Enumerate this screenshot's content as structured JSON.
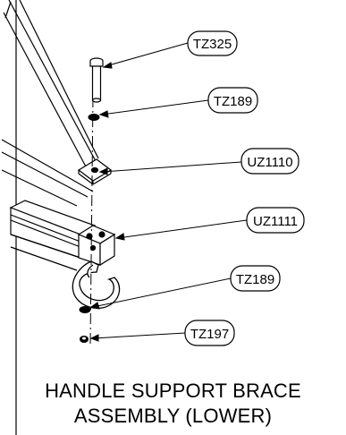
{
  "callouts": [
    {
      "part": "TZ325"
    },
    {
      "part": "TZ189"
    },
    {
      "part": "UZ1110"
    },
    {
      "part": "UZ1111"
    },
    {
      "part": "TZ189"
    },
    {
      "part": "TZ197"
    }
  ],
  "caption": {
    "line1": "HANDLE SUPPORT BRACE",
    "line2": "ASSEMBLY (LOWER)"
  },
  "colors": {
    "stroke": "#000000",
    "background": "#ffffff"
  }
}
